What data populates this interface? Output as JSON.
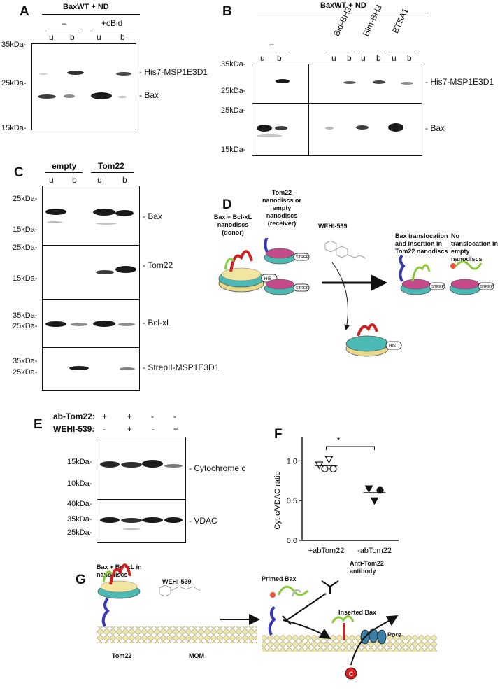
{
  "panels": {
    "A": {
      "label": "A",
      "header": "BaxWT + ND",
      "groups": [
        "–",
        "+cBid"
      ],
      "lanes": [
        "u",
        "b",
        "u",
        "b"
      ],
      "markers": [
        "35kDa-",
        "25kDa-",
        "15kDa-"
      ],
      "bands": [
        "- His7-MSP1E3D1",
        "- Bax"
      ]
    },
    "B": {
      "label": "B",
      "header": "BaxWT + ND",
      "groups": [
        "–",
        "Bid-BH3",
        "Bim-BH3",
        "BTSA1"
      ],
      "lanes": [
        "u",
        "b",
        "u",
        "b",
        "u",
        "b",
        "u",
        "b"
      ],
      "markers_top": [
        "35kDa-",
        "25kDa-"
      ],
      "markers_bottom": [
        "25kDa-",
        "15kDa-"
      ],
      "bands": [
        "- His7-MSP1E3D1",
        "- Bax"
      ]
    },
    "C": {
      "label": "C",
      "groups": [
        "empty",
        "Tom22"
      ],
      "lanes": [
        "u",
        "b",
        "u",
        "b"
      ],
      "markers": [
        [
          "25kDa-",
          "15kDa-"
        ],
        [
          "25kDa-",
          "15kDa-"
        ],
        [
          "35kDa-",
          "25kDa-"
        ],
        [
          "35kDa-",
          "25kDa-"
        ]
      ],
      "bands": [
        "- Bax",
        "- Tom22",
        "- Bcl-xL",
        "- StrepII-MSP1E3D1"
      ]
    },
    "D": {
      "label": "D",
      "donor": "Bax + Bcl-xL nanodiscs (donor)",
      "receiver": "Tom22 nanodiscs or empty nanodiscs (receiver)",
      "drug": "WEHI-539",
      "result1": "Bax translocation and insertion in Tom22 nanodiscs",
      "result2": "No translocation in empty nanodiscs",
      "his": "HIS",
      "strep": "STREP",
      "plus": "+"
    },
    "E": {
      "label": "E",
      "row1_label": "ab-Tom22:",
      "row1": [
        "+",
        "+",
        "-",
        "-"
      ],
      "row2_label": "WEHI-539:",
      "row2": [
        "-",
        "+",
        "-",
        "+"
      ],
      "markers_top": [
        "15kDa-",
        "10kDa-"
      ],
      "markers_bottom": [
        "40kDa-",
        "35kDa-",
        "25kDa-"
      ],
      "bands": [
        "- Cytochrome c",
        "- VDAC"
      ]
    },
    "F": {
      "label": "F",
      "significance": "*"
    },
    "G": {
      "label": "G",
      "donor": "Bax + Bcl-xL in nanodiscs",
      "drug": "WEHI-539",
      "tom22": "Tom22",
      "mom": "MOM",
      "primed": "Primed Bax",
      "antibody": "Anti-Tom22 antibody",
      "inserted": "Inserted Bax",
      "pore": "Pore",
      "cytc": "C"
    }
  },
  "chart_data": {
    "type": "scatter",
    "ylabel": "Cyt.c/VDAC ratio",
    "categories": [
      "+abTom22",
      "-abTom22"
    ],
    "yticks": [
      "0.0",
      "0.5",
      "1.0"
    ],
    "ylim": [
      0,
      1.25
    ],
    "series": [
      {
        "category": "+abTom22",
        "values": [
          1.02,
          0.95,
          0.9,
          0.9
        ],
        "markers": [
          "open-triangle-down",
          "open-triangle-down",
          "open-circle",
          "open-circle"
        ],
        "mean": 0.94
      },
      {
        "category": "-abTom22",
        "values": [
          0.65,
          0.63,
          0.5
        ],
        "markers": [
          "filled-triangle-down",
          "filled-circle",
          "filled-triangle-down"
        ],
        "mean": 0.6
      }
    ],
    "colors": {
      "points": "#111111"
    }
  }
}
